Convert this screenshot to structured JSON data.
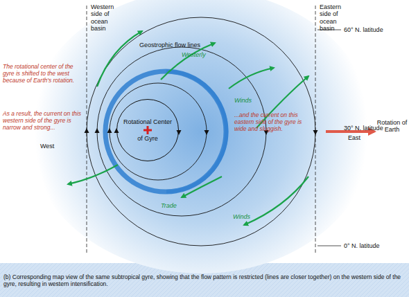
{
  "diagram": {
    "caption": "(b) Corresponding map view of the same subtropical gyre, showing that the flow pattern is restricted (lines are closer together) on the western side of the gyre, resulting in western intensification.",
    "nodes": [
      {
        "text": [
          "Rotational Center of Gyre"
        ]
      }
    ],
    "labels": [
      "Western side of ocean basin",
      "Eastern side of ocean basin",
      "60° N. latitude",
      "30° N. latitude",
      "0° N. latitude",
      "The rotational center of the gyre is shifted to the west because of Earth's rotation.",
      "As a result, the current on this western side of the gyre is narrow and strong...",
      "...and the current on this eastern side of the gyre is wide and sluggish.",
      "Geostrophic flow lines",
      "Westerly",
      "Winds",
      "Trade",
      "Winds",
      "West",
      "East",
      "Rotation of Earth"
    ]
  }
}
